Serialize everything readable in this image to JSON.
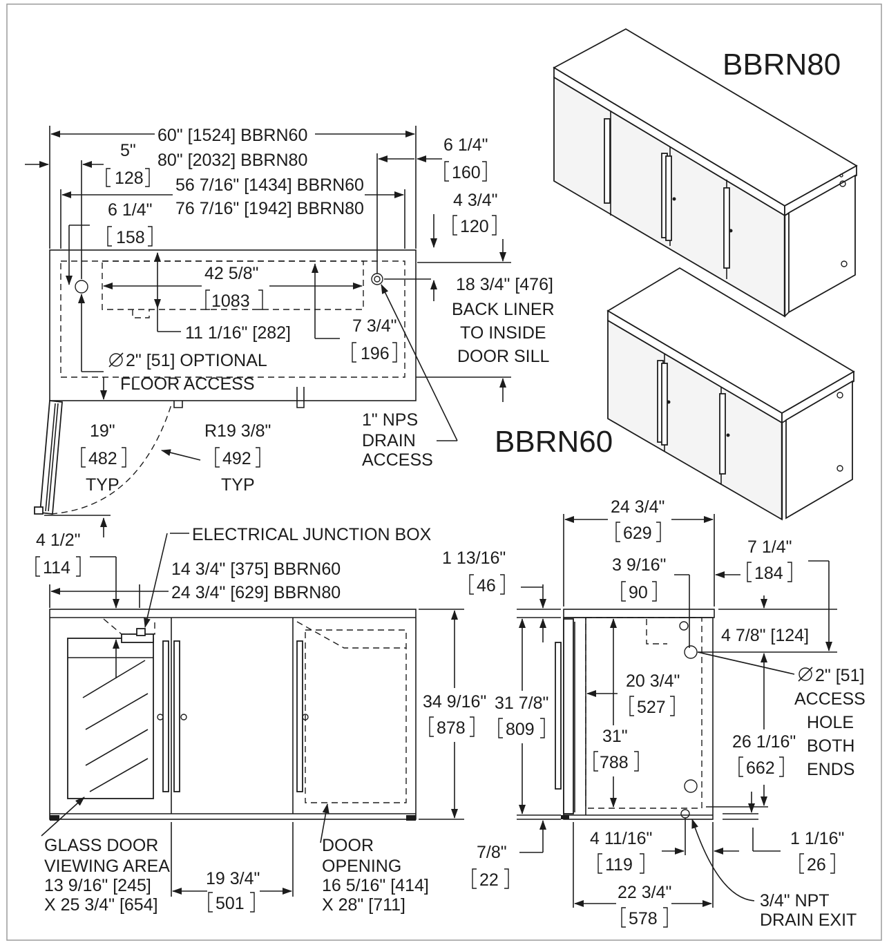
{
  "models": {
    "bbrn80": "BBRN80",
    "bbrn60": "BBRN60"
  },
  "top_view": {
    "overall_bbrn60": "60\" [1524] BBRN60",
    "overall_bbrn80": "80\" [2032] BBRN80",
    "left_offset_in": "5\"",
    "left_offset_mm": "128",
    "inner_bbrn60": "56 7/16\" [1434] BBRN60",
    "inner_bbrn80": "76 7/16\" [1942] BBRN80",
    "hole_offset_in": "6 1/4\"",
    "hole_offset_mm": "158",
    "right_offset_in": "6 1/4\"",
    "right_offset_mm": "160",
    "back_offset_in": "4 3/4\"",
    "back_offset_mm": "120",
    "floor_span_in": "42 5/8\"",
    "floor_span_mm": "1083",
    "floor_depth": "11 1/16\" [282]",
    "drain_depth_in": "7 3/4\"",
    "drain_depth_mm": "196",
    "liner_1": "18 3/4\" [476]",
    "liner_2": "BACK LINER",
    "liner_3": "TO INSIDE",
    "liner_4": "DOOR SILL",
    "floor_access_1": "2\" [51] OPTIONAL",
    "floor_access_2": "FLOOR ACCESS",
    "door_swing_in": "19\"",
    "door_swing_mm": "482",
    "door_swing_typ": "TYP",
    "radius_in": "R19 3/8\"",
    "radius_mm": "492",
    "radius_typ": "TYP",
    "drain_1": "1\" NPS",
    "drain_2": "DRAIN",
    "drain_3": "ACCESS"
  },
  "front_view": {
    "junction_box": "ELECTRICAL JUNCTION BOX",
    "jb_offset_in": "4 1/2\"",
    "jb_offset_mm": "114",
    "jb_bbrn60": "14 3/4\" [375] BBRN60",
    "jb_bbrn80": "24 3/4\" [629] BBRN80",
    "height_in": "34 9/16\"",
    "height_mm": "878",
    "glass_1": "GLASS DOOR",
    "glass_2": "VIEWING AREA",
    "glass_3": "13 9/16\" [245]",
    "glass_4": "X 25 3/4\" [654]",
    "door_width_in": "19 3/4\"",
    "door_width_mm": "501",
    "opening_1": "DOOR",
    "opening_2": "OPENING",
    "opening_3": "16 5/16\" [414]",
    "opening_4": "X 28\" [711]"
  },
  "side_view": {
    "depth_in": "24 3/4\"",
    "depth_mm": "629",
    "top_offset_in": "1 13/16\"",
    "top_offset_mm": "46",
    "hole_x_in": "3 9/16\"",
    "hole_x_mm": "90",
    "back_x_in": "7 1/4\"",
    "back_x_mm": "184",
    "hole_y": "4 7/8\" [124]",
    "inner_h_in": "31 7/8\"",
    "inner_h_mm": "809",
    "inner_d_in": "20 3/4\"",
    "inner_d_mm": "527",
    "liner_h_in": "31\"",
    "liner_h_mm": "788",
    "access_1": "2\" [51]",
    "access_2": "ACCESS",
    "access_3": "HOLE",
    "access_4": "BOTH",
    "access_5": "ENDS",
    "hole_h_in": "26 1/16\"",
    "hole_h_mm": "662",
    "base_in": "7/8\"",
    "base_mm": "22",
    "drain_x_in": "4 11/16\"",
    "drain_x_mm": "119",
    "drain_back_in": "1 1/16\"",
    "drain_back_mm": "26",
    "interior_in": "22 3/4\"",
    "interior_mm": "578",
    "exit_1": "3/4\" NPT",
    "exit_2": "DRAIN EXIT"
  }
}
